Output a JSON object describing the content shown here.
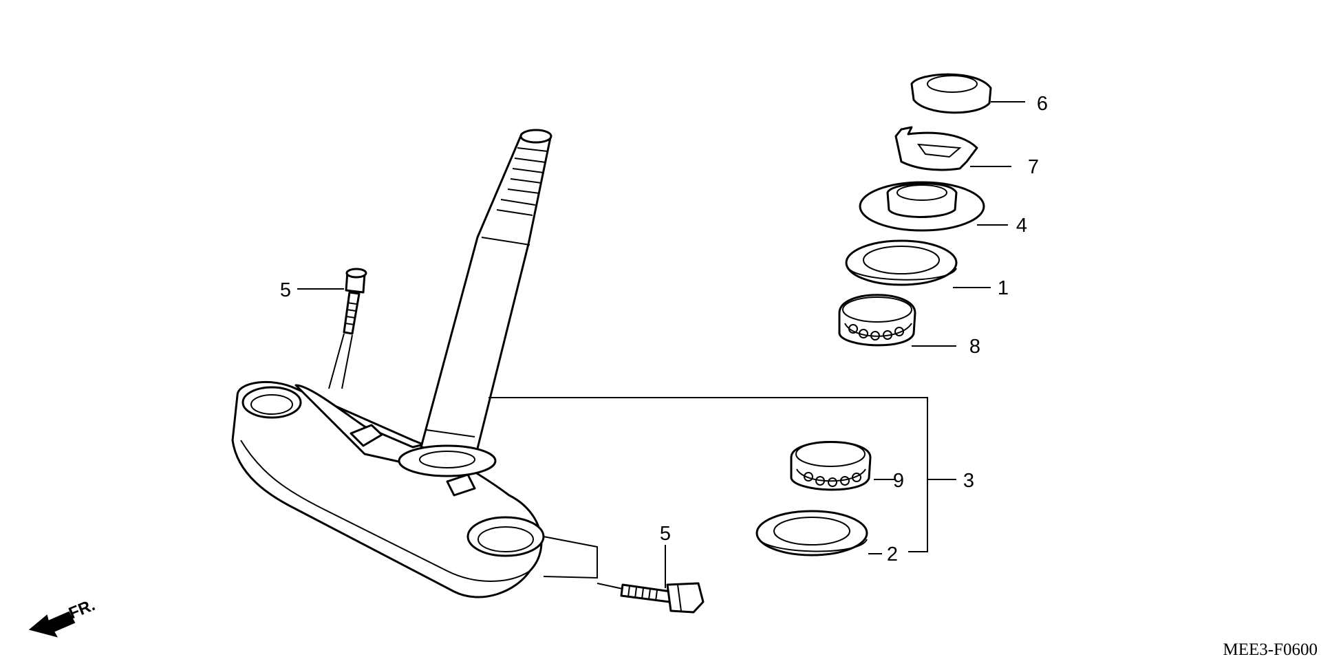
{
  "callouts": {
    "p1": "1",
    "p2": "2",
    "p3": "3",
    "p4": "4",
    "p5_upper": "5",
    "p5_lower": "5",
    "p6": "6",
    "p7": "7",
    "p8": "8",
    "p9": "9"
  },
  "front_label": "FR.",
  "diagram_code": "MEE3-F0600"
}
